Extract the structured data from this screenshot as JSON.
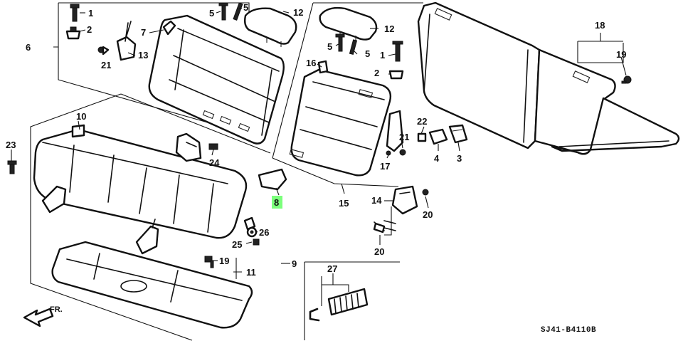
{
  "diagram_code": "SJ41-B4110B",
  "direction_label": "FR.",
  "highlight_color": "#7CFF7C",
  "callouts": {
    "c1a": "1",
    "c2a": "2",
    "c5a": "5",
    "c5b": "5",
    "c12a": "12",
    "c6": "6",
    "c7": "7",
    "c13": "13",
    "c21a": "21",
    "c12b": "12",
    "c5c": "5",
    "c5d": "5",
    "c1b": "1",
    "c2b": "2",
    "c16": "16",
    "c18": "18",
    "c19a": "19",
    "c10": "10",
    "c23": "23",
    "c24": "24",
    "c22": "22",
    "c4": "4",
    "c3": "3",
    "c21b": "21",
    "c17": "17",
    "c8": "8",
    "c15": "15",
    "c14": "14",
    "c20a": "20",
    "c20b": "20",
    "c26": "26",
    "c25": "25",
    "c19b": "19",
    "c11": "11",
    "c9": "9",
    "c27": "27"
  }
}
